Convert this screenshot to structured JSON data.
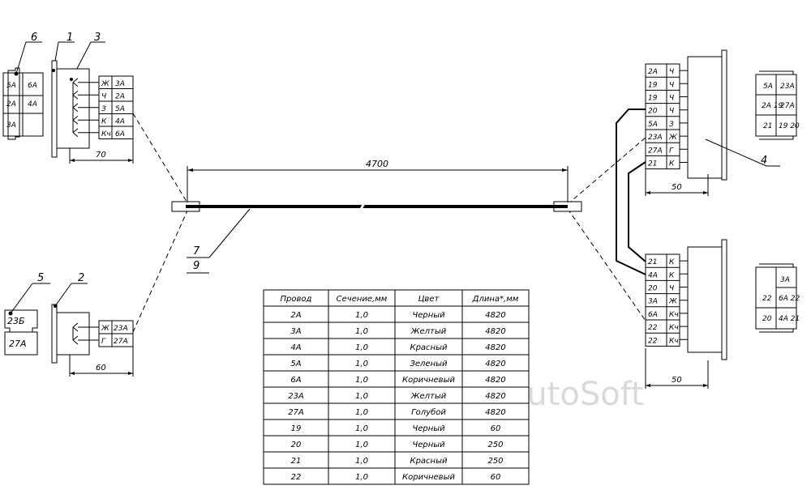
{
  "callouts": [
    "6",
    "1",
    "3",
    "5",
    "2",
    "7",
    "9",
    "4"
  ],
  "dimensions": {
    "overall_length": "4700",
    "left_top": "70",
    "left_bottom": "60",
    "right_top": "50",
    "right_bottom": "50"
  },
  "plug_6": [
    "5A",
    "6A",
    "2A",
    "4A",
    "3A"
  ],
  "plug_5": [
    "23Б",
    "27А"
  ],
  "block_3": {
    "colors": [
      "Ж",
      "Ч",
      "З",
      "К",
      "Кч"
    ],
    "wires": [
      "3А",
      "2А",
      "5А",
      "4А",
      "6А"
    ]
  },
  "block_2": {
    "colors": [
      "Ж",
      "Г"
    ],
    "wires": [
      "23А",
      "27А"
    ]
  },
  "block_right_top": {
    "wires": [
      "2А",
      "19",
      "19",
      "20",
      "5А",
      "23А",
      "27А",
      "21"
    ],
    "colors": [
      "Ч",
      "Ч",
      "Ч",
      "Ч",
      "З",
      "Ж",
      "Г",
      "К"
    ]
  },
  "block_right_bottom": {
    "wires": [
      "21",
      "4А",
      "20",
      "3А",
      "6А",
      "22",
      "22"
    ],
    "colors": [
      "К",
      "К",
      "Ч",
      "Ж",
      "Кч",
      "Кч",
      "Кч"
    ]
  },
  "socket_right_top": [
    "5А",
    "23А",
    "2А 19",
    "27А",
    "21",
    "19 20"
  ],
  "socket_right_bottom": [
    "3А",
    "22",
    "6А 22",
    "20",
    "4А 21"
  ],
  "table": {
    "headers": [
      "Провод",
      "Сечение,мм",
      "Цвет",
      "Длина*,мм"
    ],
    "rows": [
      [
        "2А",
        "1,0",
        "Черный",
        "4820"
      ],
      [
        "3А",
        "1,0",
        "Желтый",
        "4820"
      ],
      [
        "4А",
        "1,0",
        "Красный",
        "4820"
      ],
      [
        "5А",
        "1,0",
        "Зеленый",
        "4820"
      ],
      [
        "6А",
        "1,0",
        "Коричневый",
        "4820"
      ],
      [
        "23А",
        "1,0",
        "Желтый",
        "4820"
      ],
      [
        "27А",
        "1,0",
        "Голубой",
        "4820"
      ],
      [
        "19",
        "1,0",
        "Черный",
        "60"
      ],
      [
        "20",
        "1,0",
        "Черный",
        "250"
      ],
      [
        "21",
        "1,0",
        "Красный",
        "250"
      ],
      [
        "22",
        "1,0",
        "Коричневый",
        "60"
      ]
    ]
  },
  "watermark": "AutoSoft"
}
